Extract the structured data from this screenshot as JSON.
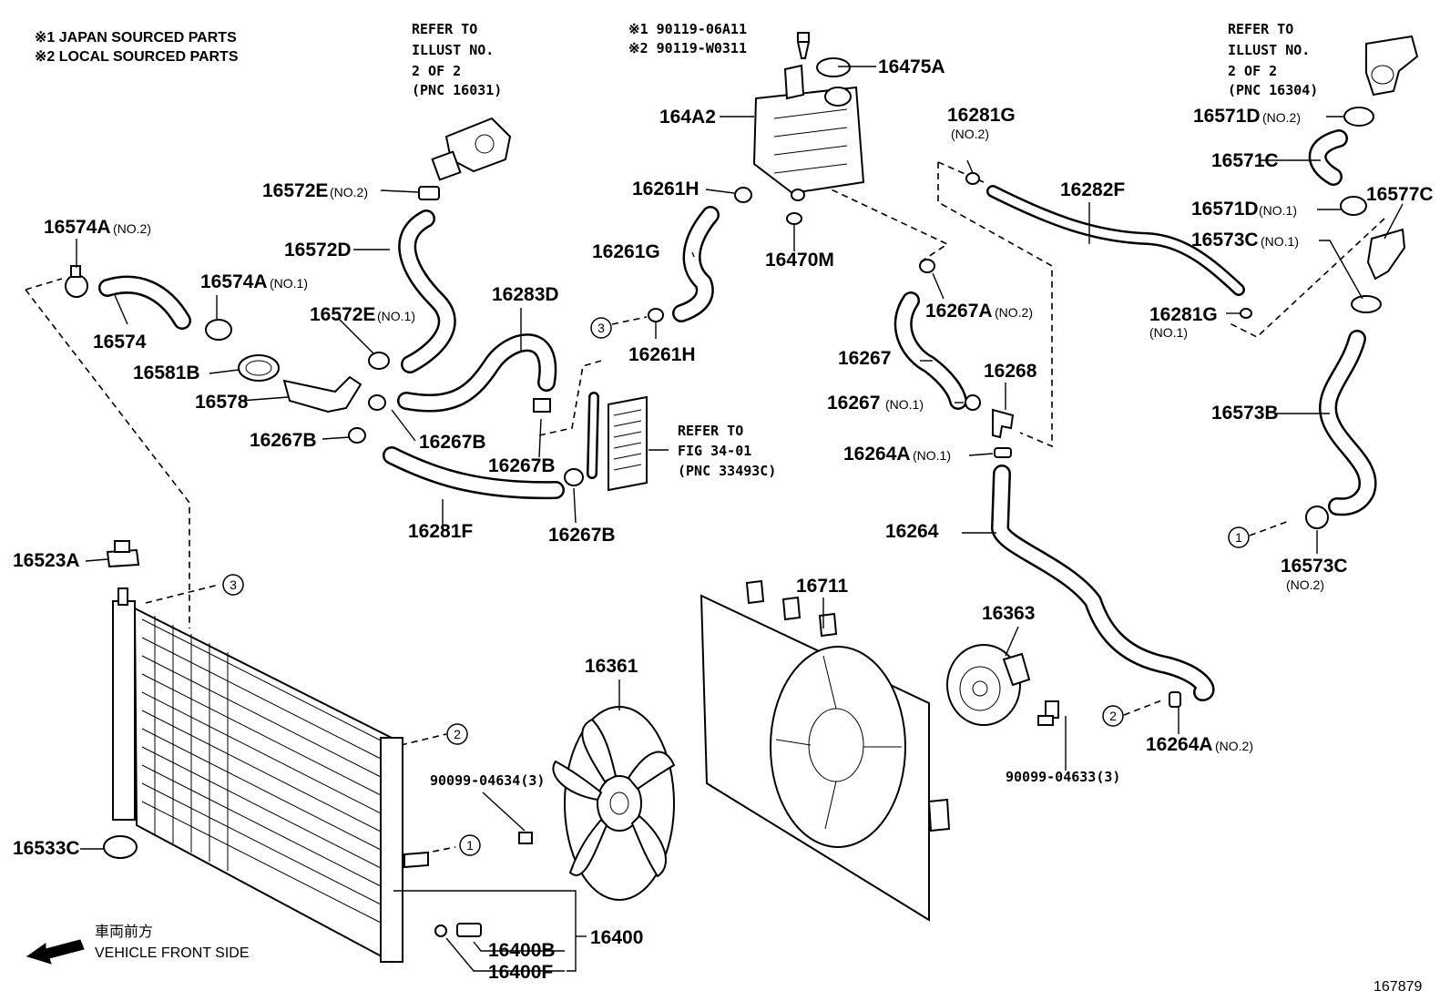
{
  "notes": {
    "japan": "※1  JAPAN SOURCED PARTS",
    "local": "※2  LOCAL SOURCED PARTS"
  },
  "bolt_refs": {
    "line1": "※1 90119-06A11",
    "line2": "※2 90119-W0311"
  },
  "refer_blocks": {
    "left": [
      "REFER TO",
      "ILLUST NO.",
      "2 OF 2",
      "(PNC 16031)"
    ],
    "right": [
      "REFER TO",
      "ILLUST NO.",
      "2 OF 2",
      "(PNC 16304)"
    ],
    "fig": [
      "REFER TO",
      "FIG 34-01",
      "(PNC 33493C)"
    ]
  },
  "labels": {
    "p16475A": "16475A",
    "p164A2": "164A2",
    "p16261H_a": "16261H",
    "p16261G": "16261G",
    "p16470M": "16470M",
    "p16261H_b": "16261H",
    "p16281G_a": "16281G",
    "p16281G_a_sub": "(NO.2)",
    "p16282F": "16282F",
    "p16281G_b": "16281G",
    "p16281G_b_sub": "(NO.1)",
    "p16267A": "16267A",
    "p16267A_sub": "(NO.2)",
    "p16267": "16267",
    "p16268": "16268",
    "p16267_no1": "16267",
    "p16267_no1_sub": "(NO.1)",
    "p16264A_no1": "16264A",
    "p16264A_no1_sub": "(NO.1)",
    "p16264": "16264",
    "p16571D_no2": "16571D",
    "p16571D_no2_sub": "(NO.2)",
    "p16571C": "16571C",
    "p16571D_no1": "16571D",
    "p16571D_no1_sub": "(NO.1)",
    "p16577C": "16577C",
    "p16573C_no1": "16573C",
    "p16573C_no1_sub": "(NO.1)",
    "p16573B": "16573B",
    "p16573C_no2": "16573C",
    "p16573C_no2_sub": "(NO.2)",
    "p16572E_no2": "16572E",
    "p16572E_no2_sub": "(NO.2)",
    "p16572D": "16572D",
    "p16574A_no2": "16574A",
    "p16574A_no2_sub": "(NO.2)",
    "p16574A_no1": "16574A",
    "p16574A_no1_sub": "(NO.1)",
    "p16574": "16574",
    "p16572E_no1": "16572E",
    "p16572E_no1_sub": "(NO.1)",
    "p16283D": "16283D",
    "p16581B": "16581B",
    "p16578": "16578",
    "p16267B_a": "16267B",
    "p16267B_b": "16267B",
    "p16267B_c": "16267B",
    "p16267B_d": "16267B",
    "p16281F": "16281F",
    "p16523A": "16523A",
    "p16533C": "16533C",
    "p16361": "16361",
    "p16711": "16711",
    "p16363": "16363",
    "p16264A_no2": "16264A",
    "p16264A_no2_sub": "(NO.2)",
    "p16400": "16400",
    "p16400B": "16400B",
    "p16400F": "16400F",
    "bolt_fan": "90099-04634(3)",
    "bolt_motor": "90099-04633(3)"
  },
  "callouts": {
    "one": "1",
    "two": "2",
    "three": "3"
  },
  "front": {
    "jp": "車両前方",
    "en": "VEHICLE FRONT SIDE"
  },
  "figure_id": "167879"
}
